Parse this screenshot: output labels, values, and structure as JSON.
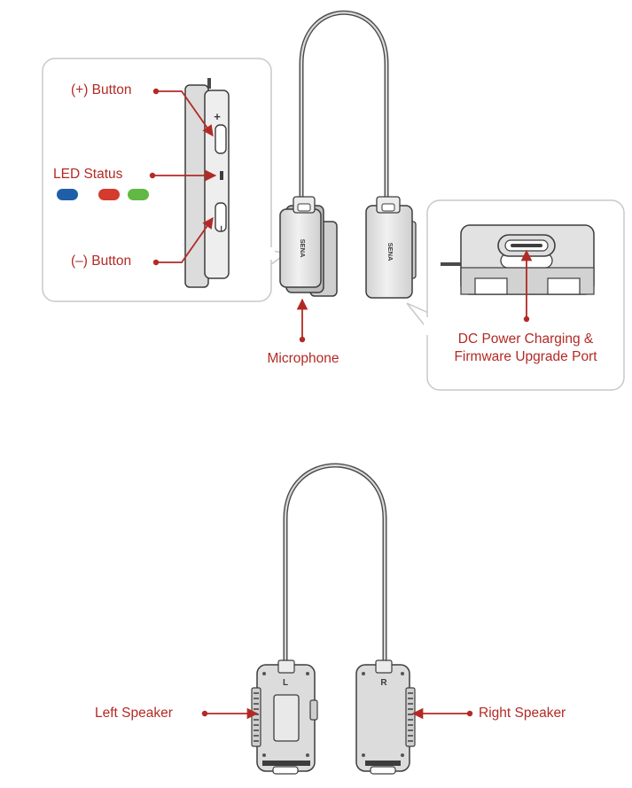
{
  "labels": {
    "plus_button": "(+) Button",
    "led_status": "LED Status",
    "minus_button": "(–) Button",
    "microphone": "Microphone",
    "port_line1": "DC Power Charging &",
    "port_line2": "Firmware Upgrade Port",
    "left_speaker": "Left Speaker",
    "right_speaker": "Right Speaker"
  },
  "device_text": {
    "brand": "SENA",
    "left_mark": "L",
    "right_mark": "R",
    "plus_sign": "+",
    "minus_sign": "–"
  },
  "led_colors": [
    {
      "name": "blue",
      "color": "#1f5fa8"
    },
    {
      "name": "red",
      "color": "#d43a2e"
    },
    {
      "name": "green",
      "color": "#62b845"
    }
  ],
  "colors": {
    "accent": "#b32a25",
    "device_fill": "#e4e4e4",
    "device_stroke": "#3d3d3d",
    "callout_border": "#c8c8c8"
  }
}
